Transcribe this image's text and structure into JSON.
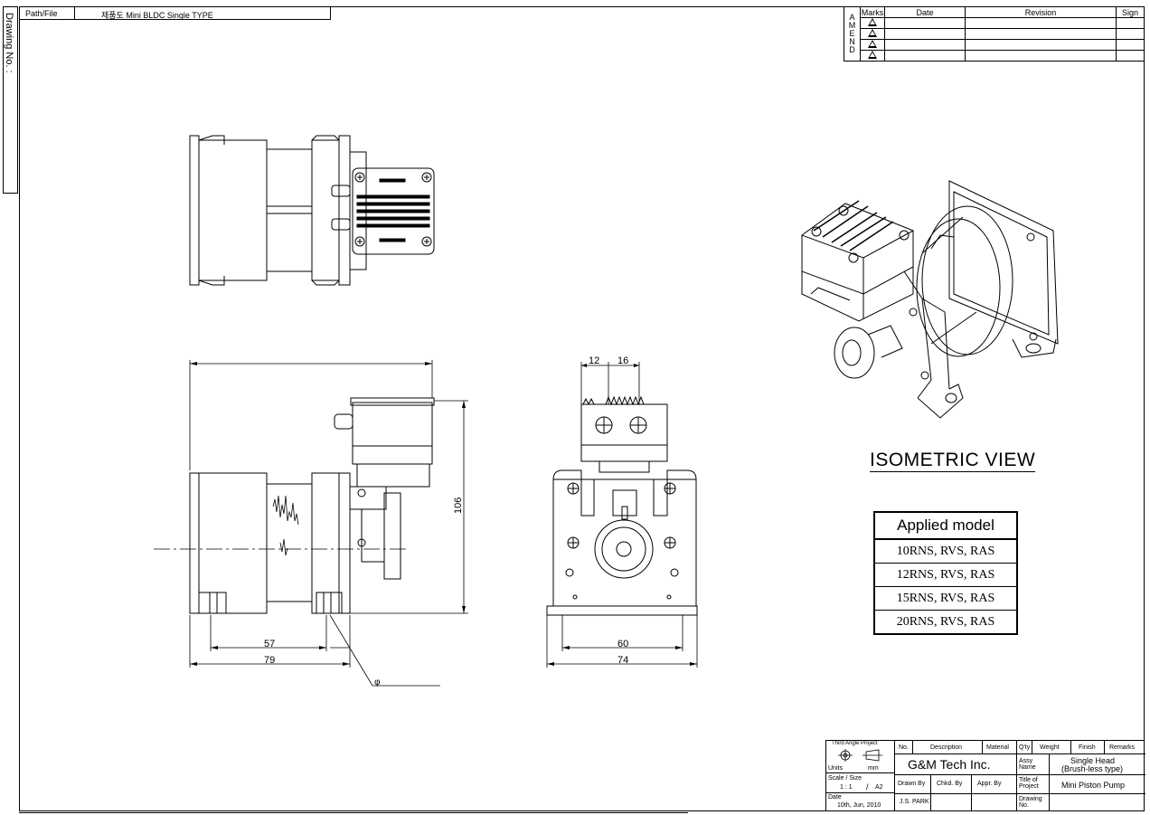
{
  "drawing_no_label": "Drawing No. :",
  "path_box": {
    "label": "Path/File",
    "value": "제품도 Mini BLDC Single TYPE"
  },
  "revision_table": {
    "amend_letters": [
      "A",
      "M",
      "E",
      "N",
      "D"
    ],
    "headers": {
      "marks": "Marks",
      "date": "Date",
      "revision": "Revision",
      "sign": "Sign"
    },
    "rows": 4
  },
  "dimensions": {
    "front_width_total": "79",
    "front_width_inner": "57",
    "front_height": "106",
    "side_width_total": "74",
    "side_width_inner": "60",
    "side_top_left": "12",
    "side_top_right": "16",
    "leader_symbol": "φ"
  },
  "isometric_title": "ISOMETRIC VIEW",
  "applied_model": {
    "header": "Applied model",
    "rows": [
      "10RNS, RVS, RAS",
      "12RNS, RVS, RAS",
      "15RNS, RVS, RAS",
      "20RNS, RVS, RAS"
    ]
  },
  "title_block": {
    "projection": "Third Angle Project",
    "units_label": "Units",
    "units_value": "mm",
    "scale_label": "Scale / Size",
    "scale_value": "1 : 1",
    "size_value": "A2",
    "date_label": "Date",
    "date_value": "10th, Jun, 2010",
    "headers": {
      "no": "No.",
      "description": "Description",
      "material": "Material",
      "qty": "Q'ty",
      "weight": "Weight",
      "finish": "Finish",
      "remarks": "Remarks"
    },
    "company": "G&M Tech Inc.",
    "assy_label": "Assy Name",
    "assy_value_1": "Single Head",
    "assy_value_2": "(Brush-less type)",
    "drawn_by_label": "Drawn By",
    "chkd_by_label": "Chkd. By",
    "appr_by_label": "Appr. By",
    "drawn_by_value": "J.S. PARK",
    "title_label": "Title of Project",
    "title_value": "Mini Piston Pump",
    "drawing_label": "Drawing No."
  }
}
